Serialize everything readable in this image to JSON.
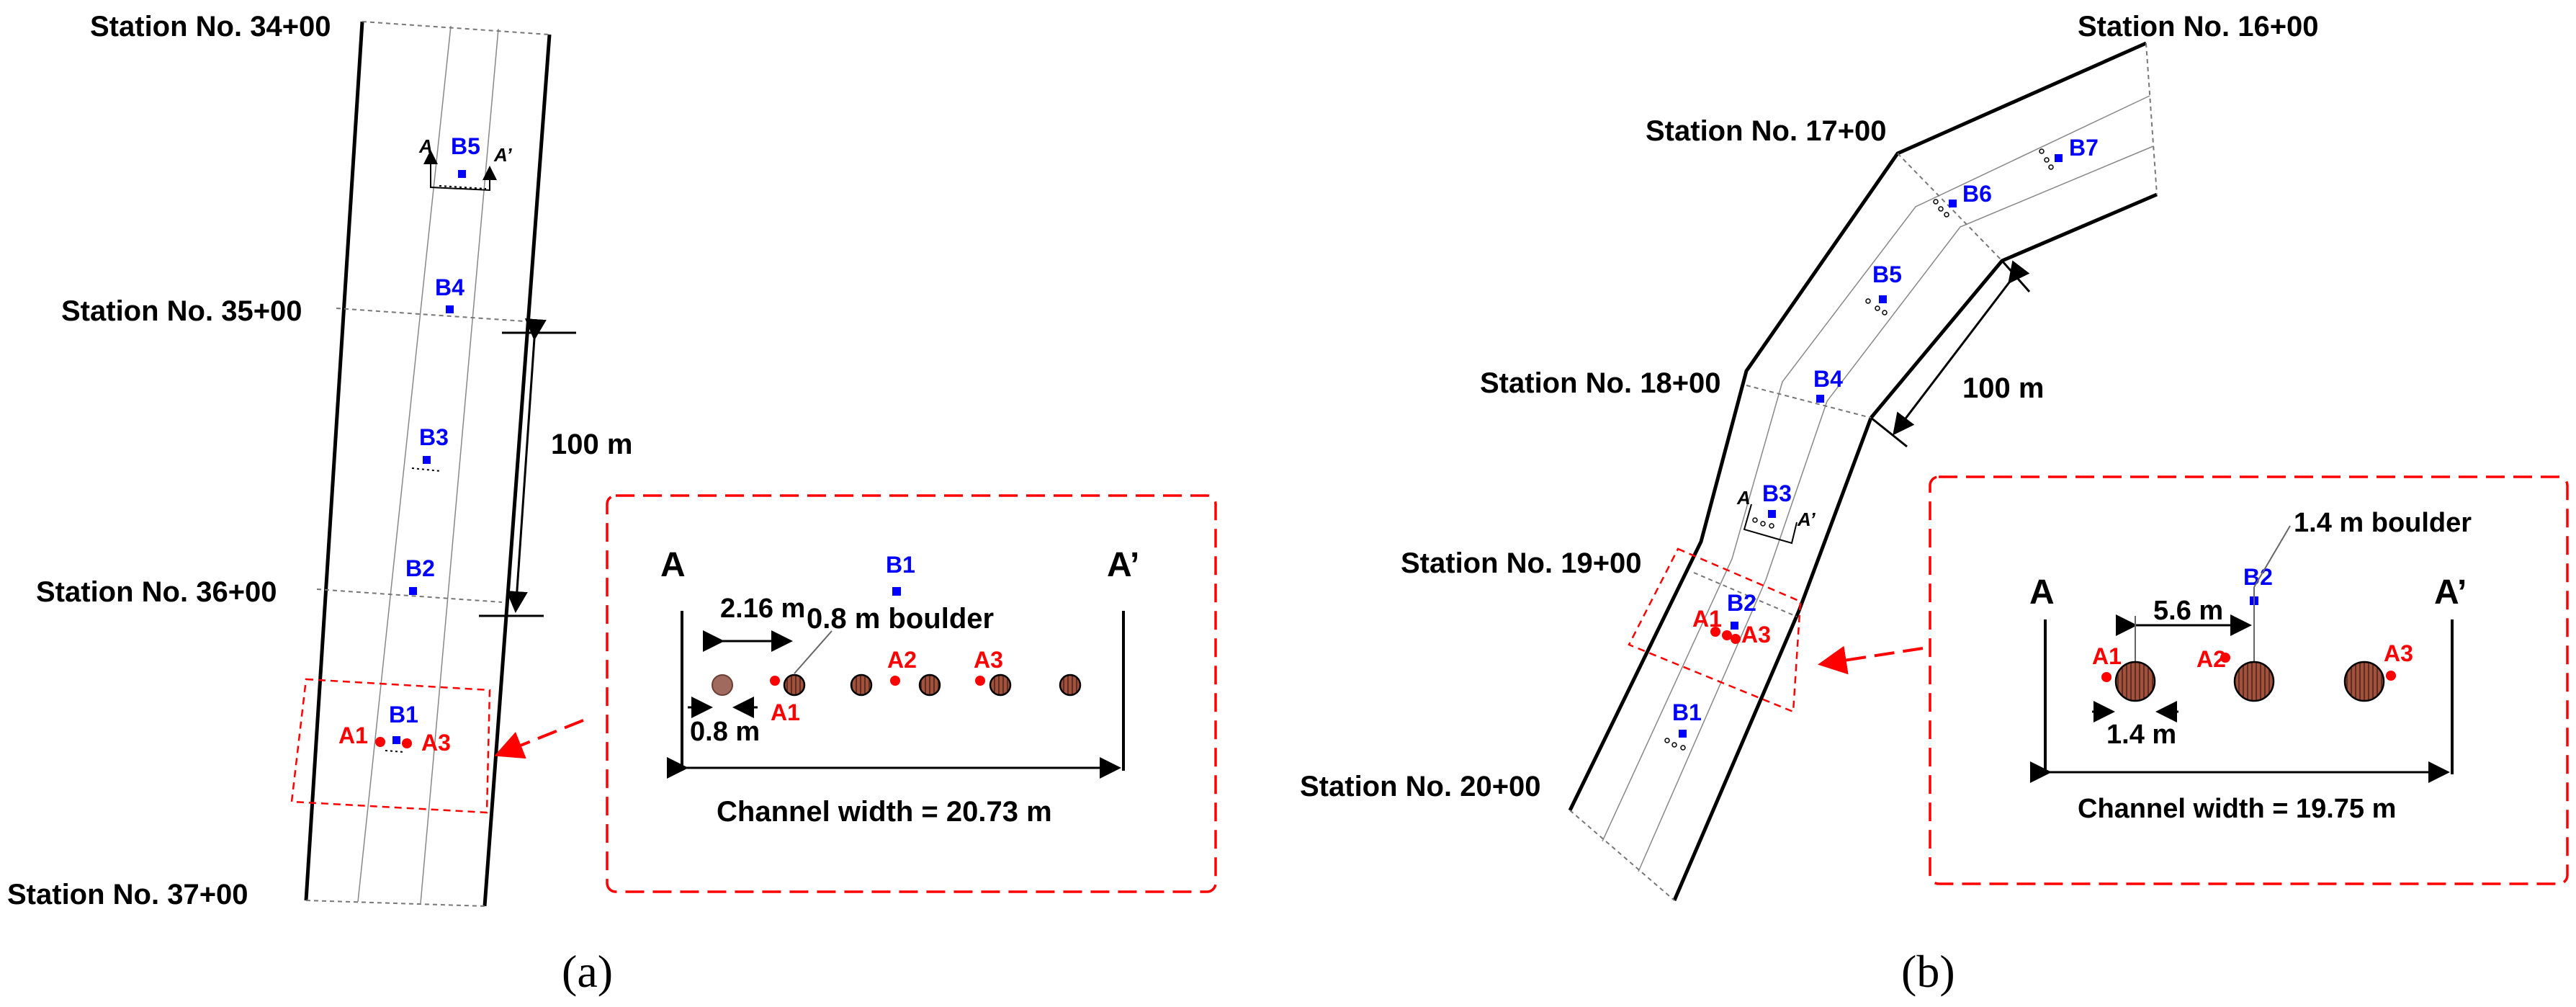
{
  "panel_a": {
    "stations": [
      "Station No. 34+00",
      "Station No. 35+00",
      "Station No. 36+00",
      "Station No. 37+00"
    ],
    "distance_label": "100 m",
    "section_marks": [
      "A",
      "A’"
    ],
    "blue_points": [
      "B1",
      "B2",
      "B3",
      "B4",
      "B5"
    ],
    "red_points": [
      "A1",
      "A3"
    ],
    "inset": {
      "left_mark": "A",
      "right_mark": "A’",
      "b_label": "B1",
      "spacing_label": "2.16 m",
      "boulder_label": "0.8 m boulder",
      "diameter_label": "0.8 m",
      "red_labels": [
        "A1",
        "A2",
        "A3"
      ],
      "width_label": "Channel width = 20.73 m"
    },
    "caption": "(a)"
  },
  "panel_b": {
    "stations": [
      "Station No. 16+00",
      "Station No. 17+00",
      "Station No. 18+00",
      "Station No. 19+00",
      "Station No. 20+00"
    ],
    "distance_label": "100 m",
    "section_marks": [
      "A",
      "A’"
    ],
    "blue_points": [
      "B1",
      "B2",
      "B3",
      "B4",
      "B5",
      "B6",
      "B7"
    ],
    "red_points": [
      "A1",
      "A3"
    ],
    "inset": {
      "left_mark": "A",
      "right_mark": "A’",
      "b_label": "B2",
      "spacing_label": "5.6 m",
      "boulder_label": "1.4 m boulder",
      "diameter_label": "1.4 m",
      "red_labels": [
        "A1",
        "A2",
        "A3"
      ],
      "width_label": "Channel width = 19.75 m"
    },
    "caption": "(b)"
  },
  "colors": {
    "blue_point": "#0000ff",
    "red_point": "#ff0000",
    "dashed_box": "#ff0000",
    "boulder": "#8b4a3c"
  }
}
